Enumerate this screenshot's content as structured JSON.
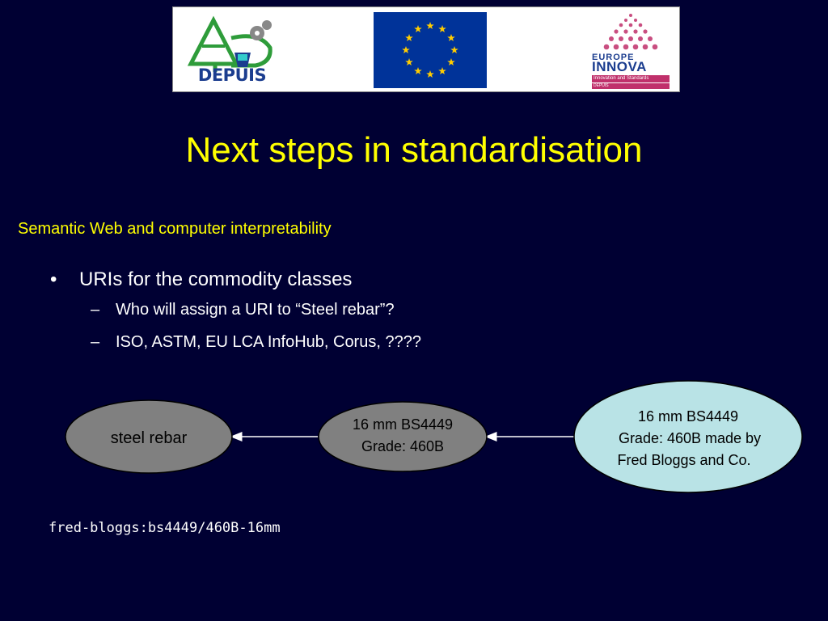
{
  "logos": {
    "depuis": "DEPUIS",
    "innova_top": "EUROPE",
    "innova_main": "INNOVA",
    "innova_tagline": "Innovation and Standards",
    "innova_small": "DEPUIS"
  },
  "title": "Next steps in standardisation",
  "subtitle": "Semantic Web and computer interpretability",
  "bullets": {
    "main": "URIs for the commodity classes",
    "bullet_char": "•",
    "dash_char": "–",
    "sub": [
      "Who will assign a URI to “Steel rebar”?",
      "ISO, ASTM, EU LCA InfoHub, Corus, ????"
    ]
  },
  "diagram": {
    "node1": "steel rebar",
    "node2_line1": "16 mm BS4449",
    "node2_line2": "Grade: 460B",
    "node3_line1": "16 mm BS4449",
    "node3_line2": "Grade: 460B made by",
    "node3_line3": "Fred Bloggs and Co."
  },
  "code": "fred-bloggs:bs4449/460B-16mm",
  "colors": {
    "background": "#000033",
    "title": "#ffff00",
    "text": "#ffffff",
    "grey_node": "#808080",
    "light_node": "#b9e3e6"
  }
}
